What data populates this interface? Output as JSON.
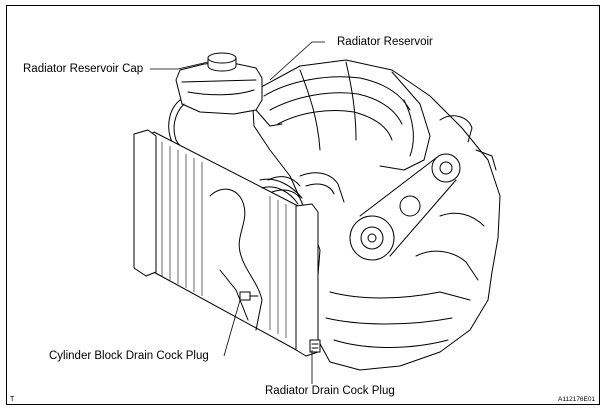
{
  "labels": {
    "reservoir": "Radiator Reservoir",
    "reservoir_cap": "Radiator Reservoir Cap",
    "block_drain": "Cylinder Block Drain Cock Plug",
    "radiator_drain": "Radiator Drain Cock Plug"
  },
  "corner_mark": "T",
  "figure_code": "A112176E01"
}
